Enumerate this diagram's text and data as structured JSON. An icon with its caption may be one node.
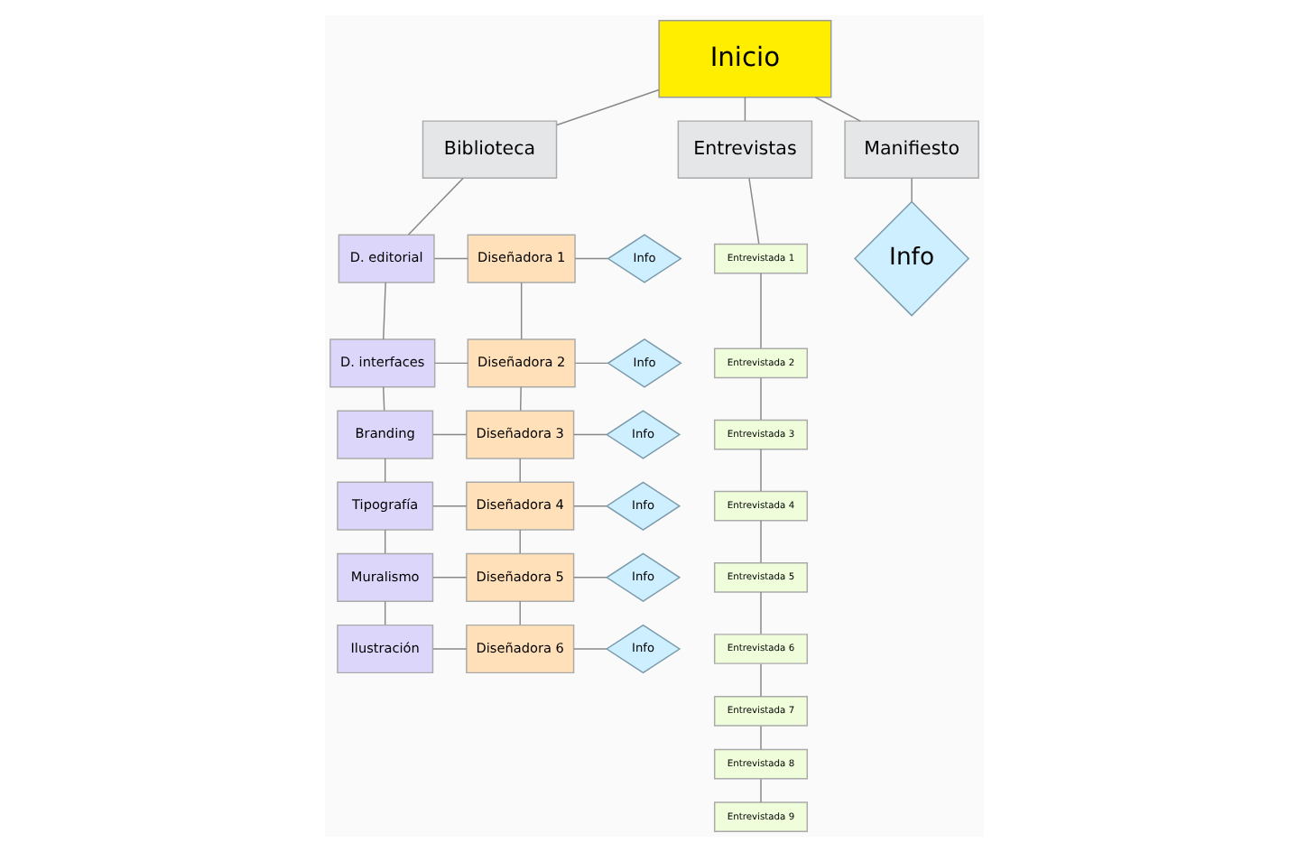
{
  "diagram": {
    "nodes": [
      {
        "text": [
          "Inicio"
        ]
      },
      {
        "text": [
          "Biblioteca"
        ]
      },
      {
        "text": [
          "Entrevistas"
        ]
      },
      {
        "text": [
          "Manifiesto"
        ]
      },
      {
        "text": [
          "D. editorial"
        ]
      },
      {
        "text": [
          "Diseñadora 1"
        ]
      },
      {
        "text": [
          "Info"
        ]
      },
      {
        "text": [
          "D. interfaces"
        ]
      },
      {
        "text": [
          "Diseñadora 2"
        ]
      },
      {
        "text": [
          "Info"
        ]
      },
      {
        "text": [
          "Branding"
        ]
      },
      {
        "text": [
          "Diseñadora 3"
        ]
      },
      {
        "text": [
          "Info"
        ]
      },
      {
        "text": [
          "Tipografía"
        ]
      },
      {
        "text": [
          "Diseñadora 4"
        ]
      },
      {
        "text": [
          "Info"
        ]
      },
      {
        "text": [
          "Muralismo"
        ]
      },
      {
        "text": [
          "Diseñadora 5"
        ]
      },
      {
        "text": [
          "Info"
        ]
      },
      {
        "text": [
          "Ilustración"
        ]
      },
      {
        "text": [
          "Diseñadora 6"
        ]
      },
      {
        "text": [
          "Info"
        ]
      },
      {
        "text": [
          "Entrevistada 1"
        ]
      },
      {
        "text": [
          "Entrevistada 2"
        ]
      },
      {
        "text": [
          "Entrevistada 3"
        ]
      },
      {
        "text": [
          "Entrevistada 4"
        ]
      },
      {
        "text": [
          "Entrevistada 5"
        ]
      },
      {
        "text": [
          "Entrevistada 6"
        ]
      },
      {
        "text": [
          "Entrevistada 7"
        ]
      },
      {
        "text": [
          "Entrevistada 8"
        ]
      },
      {
        "text": [
          "Entrevistada 9"
        ]
      },
      {
        "text": [
          "Info"
        ]
      }
    ],
    "edges": [
      {
        "from": 0,
        "to": 1,
        "arrow": "none"
      },
      {
        "from": 0,
        "to": 2,
        "arrow": "none"
      },
      {
        "from": 0,
        "to": 3,
        "arrow": "none"
      },
      {
        "from": 1,
        "to": 4,
        "arrow": "none"
      },
      {
        "from": 4,
        "to": 7,
        "arrow": "none"
      },
      {
        "from": 7,
        "to": 10,
        "arrow": "none"
      },
      {
        "from": 10,
        "to": 13,
        "arrow": "none"
      },
      {
        "from": 13,
        "to": 16,
        "arrow": "none"
      },
      {
        "from": 16,
        "to": 19,
        "arrow": "none"
      },
      {
        "from": 4,
        "to": 5,
        "arrow": "none"
      },
      {
        "from": 7,
        "to": 8,
        "arrow": "none"
      },
      {
        "from": 10,
        "to": 11,
        "arrow": "none"
      },
      {
        "from": 13,
        "to": 14,
        "arrow": "none"
      },
      {
        "from": 16,
        "to": 17,
        "arrow": "none"
      },
      {
        "from": 19,
        "to": 20,
        "arrow": "none"
      },
      {
        "from": 5,
        "to": 8,
        "arrow": "none"
      },
      {
        "from": 8,
        "to": 11,
        "arrow": "none"
      },
      {
        "from": 11,
        "to": 14,
        "arrow": "none"
      },
      {
        "from": 14,
        "to": 17,
        "arrow": "none"
      },
      {
        "from": 17,
        "to": 20,
        "arrow": "none"
      },
      {
        "from": 5,
        "to": 6,
        "arrow": "none"
      },
      {
        "from": 8,
        "to": 9,
        "arrow": "none"
      },
      {
        "from": 11,
        "to": 12,
        "arrow": "none"
      },
      {
        "from": 14,
        "to": 15,
        "arrow": "none"
      },
      {
        "from": 17,
        "to": 18,
        "arrow": "none"
      },
      {
        "from": 20,
        "to": 21,
        "arrow": "none"
      },
      {
        "from": 2,
        "to": 22,
        "arrow": "none"
      },
      {
        "from": 22,
        "to": 23,
        "arrow": "none"
      },
      {
        "from": 23,
        "to": 24,
        "arrow": "none"
      },
      {
        "from": 24,
        "to": 25,
        "arrow": "none"
      },
      {
        "from": 25,
        "to": 26,
        "arrow": "none"
      },
      {
        "from": 26,
        "to": 27,
        "arrow": "none"
      },
      {
        "from": 27,
        "to": 28,
        "arrow": "none"
      },
      {
        "from": 28,
        "to": 29,
        "arrow": "none"
      },
      {
        "from": 29,
        "to": 30,
        "arrow": "none"
      },
      {
        "from": 3,
        "to": 31,
        "arrow": "none"
      }
    ]
  }
}
